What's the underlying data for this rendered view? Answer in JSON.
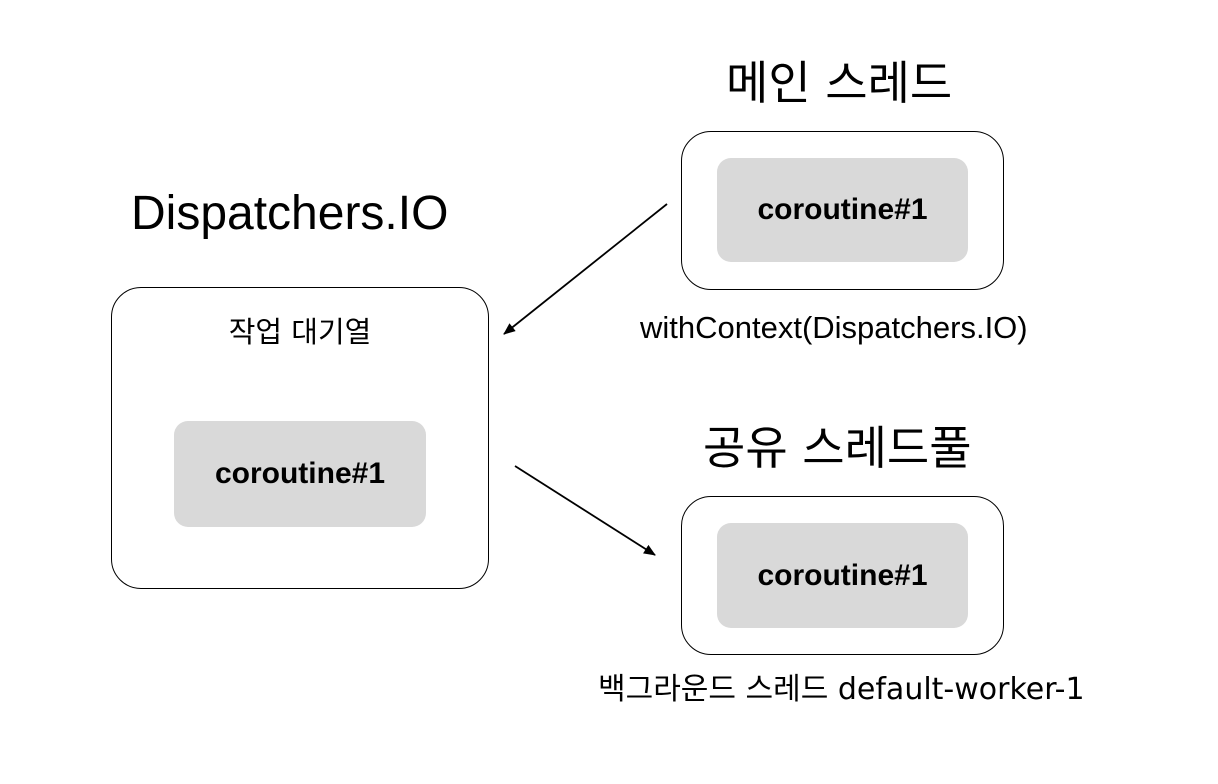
{
  "main_thread": {
    "title": "메인 스레드",
    "coroutine": "coroutine#1",
    "caption": "withContext(Dispatchers.IO)"
  },
  "dispatcher": {
    "title": "Dispatchers.IO",
    "queue_label": "작업 대기열",
    "coroutine": "coroutine#1"
  },
  "shared_pool": {
    "title": "공유 스레드풀",
    "coroutine": "coroutine#1",
    "caption": "백그라운드 스레드 default-worker-1"
  }
}
